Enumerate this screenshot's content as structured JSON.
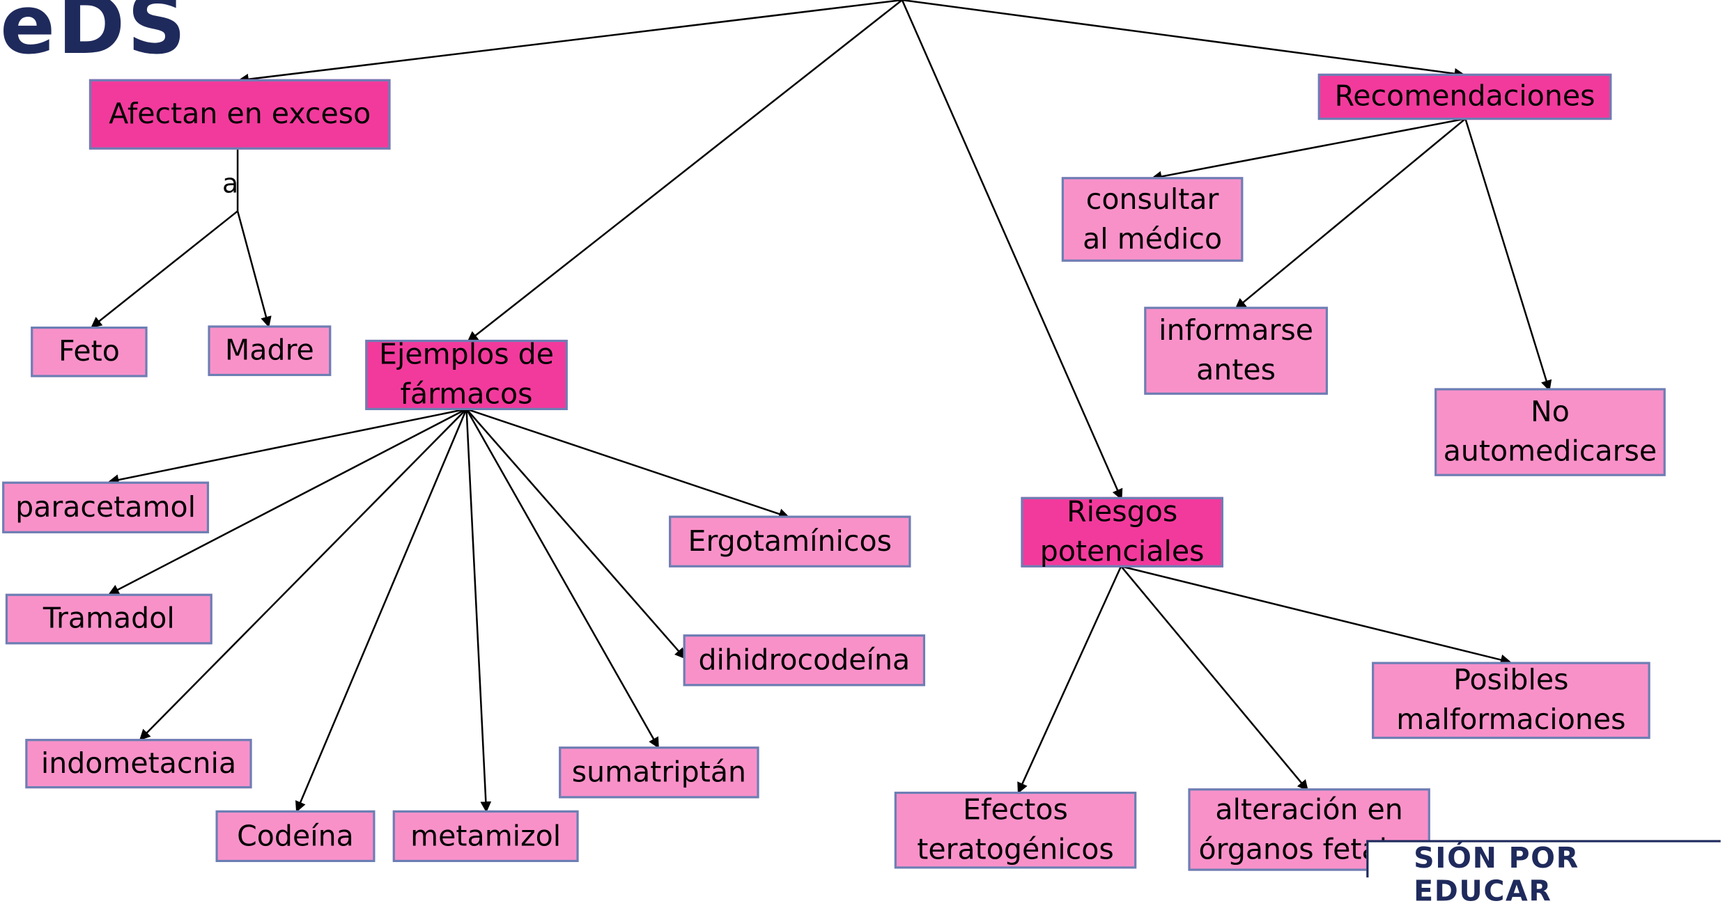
{
  "logo": {
    "text": "eDS"
  },
  "badge": {
    "text": "SIÓN POR EDUCAR"
  },
  "edge_labels": {
    "a": "a"
  },
  "nodes": {
    "afectan": "Afectan en exceso",
    "feto": "Feto",
    "madre": "Madre",
    "ejemplos": "Ejemplos de\nfármacos",
    "paracetamol": "paracetamol",
    "tramadol": "Tramadol",
    "indometacnia": "indometacnia",
    "codeina": "Codeína",
    "metamizol": "metamizol",
    "sumatriptan": "sumatriptán",
    "dihidrocodeina": "dihidrocodeína",
    "ergotaminicos": "Ergotamínicos",
    "riesgos": "Riesgos\npotenciales",
    "efectos": "Efectos\nteratogénicos",
    "alteracion": "alteración en\nórganos fetales",
    "malformaciones": "Posibles\nmalformaciones",
    "recomendaciones": "Recomendaciones",
    "consultar": "consultar\nal médico",
    "informarse": "informarse\nantes",
    "no_automedicarse": "No\nautomedicarse"
  },
  "colors": {
    "primary": "#f23a9c",
    "secondary": "#f991c9",
    "border": "#6b7fb4",
    "logo": "#1f2a5c"
  }
}
